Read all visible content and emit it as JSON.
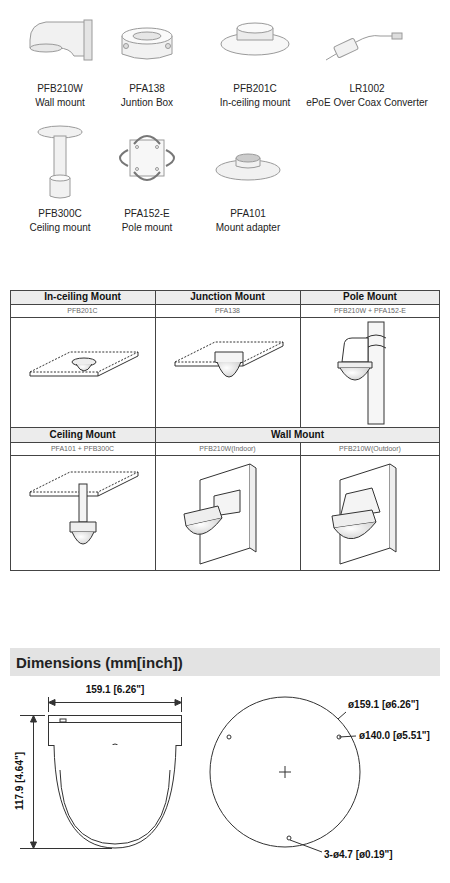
{
  "diagram": {
    "nodes": [
      {
        "text": [
          "In-ceiling Mount"
        ]
      },
      {
        "text": [
          "Junction Mount"
        ]
      },
      {
        "text": [
          "Pole Mount"
        ]
      },
      {
        "text": [
          "PFB201C"
        ]
      },
      {
        "text": [
          "PFA138"
        ]
      },
      {
        "text": [
          "PFB210W + PFA152-E"
        ]
      },
      {
        "text": [
          "Ceiling Mount"
        ]
      },
      {
        "text": [
          "Wall Mount"
        ]
      },
      {
        "text": [
          "PFA101 + PFB300C"
        ]
      },
      {
        "text": [
          "PFB210W(Indoor)"
        ]
      },
      {
        "text": [
          "PFB210W(Outdoor)"
        ]
      },
      {
        "text": [
          "Dimensions (mm[inch])"
        ]
      }
    ],
    "labels": [
      "PFB210W",
      "Wall mount",
      "PFA138",
      "Juntion Box",
      "PFB201C",
      "In-ceiling mount",
      "LR1002",
      "ePoE Over Coax Converter",
      "PFB300C",
      "Ceiling mount",
      "PFA152-E",
      "Pole mount",
      "PFA101",
      "Mount adapter",
      "159.1 [6.26\"]",
      "117.9 [4.64\"]",
      "ø159.1 [ø6.26\"]",
      "ø140.0 [ø5.51\"]",
      "3-ø4.7 [ø0.19\"]"
    ]
  }
}
